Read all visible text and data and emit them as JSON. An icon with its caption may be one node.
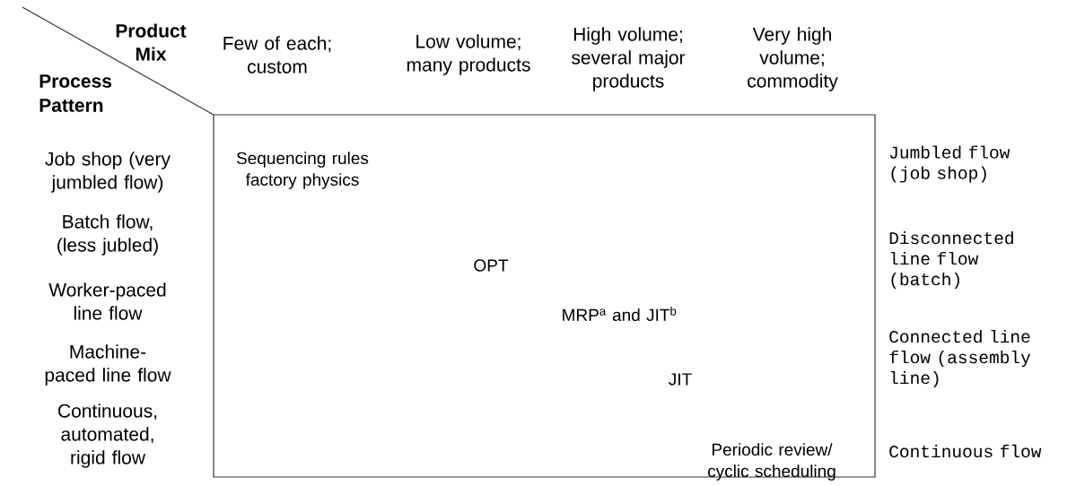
{
  "diagram": {
    "nodes": [
      {
        "text": [
          "Sequencing rules factory physics",
          "OPT",
          "MRP$^{a}$ and JIT$^{b}$",
          "JIT",
          "Periodic review/ cyclic scheduling"
        ]
      }
    ],
    "edges": [],
    "labels": [
      "Product Mix",
      "Process Pattern",
      "Few of each; custom",
      "Low volume; many products",
      "High volume; several major products",
      "Very high volume; commodity",
      "Job shop (very jumbled flow)",
      "Batch flow, (less jubled)",
      "Worker-paced line flow",
      "Machine-paced line flow",
      "Continuous, automated, rigid flow",
      "Jumbled flow (job shop)",
      "Disconnected line flow (batch)",
      "Connected line flow (assembly line)",
      "Continuous flow"
    ]
  }
}
